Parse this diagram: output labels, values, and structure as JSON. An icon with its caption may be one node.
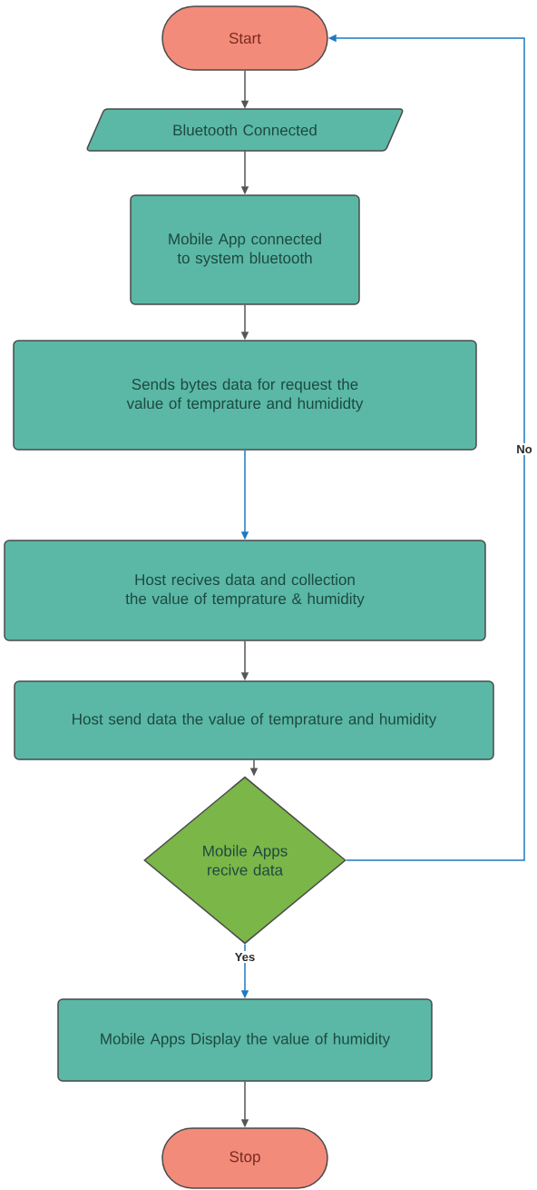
{
  "diagram": {
    "nodes": [
      {
        "text": [
          "Start"
        ]
      },
      {
        "text": [
          "Bluetooth Connected"
        ]
      },
      {
        "text": [
          "Mobile App connected to system bluetooth"
        ]
      },
      {
        "text": [
          "Sends bytes data for request the value of temprature and humididty"
        ]
      },
      {
        "text": [
          "Host recives data and collection the value of temprature & humidity"
        ]
      },
      {
        "text": [
          "Host send data the value of temprature and humidity"
        ]
      },
      {
        "text": [
          "Mobile Apps recive data"
        ]
      },
      {
        "text": [
          "Mobile Apps Display the value of humidity"
        ]
      },
      {
        "text": [
          "Stop"
        ]
      }
    ],
    "edges": [
      {
        "from": 0,
        "to": 1,
        "arrow": "to"
      },
      {
        "from": 1,
        "to": 2,
        "arrow": "to"
      },
      {
        "from": 2,
        "to": 3,
        "arrow": "to"
      },
      {
        "from": 3,
        "to": 4,
        "arrow": "to",
        "color": "#1f78c1"
      },
      {
        "from": 4,
        "to": 5,
        "arrow": "to"
      },
      {
        "from": 5,
        "to": 6,
        "arrow": "to"
      },
      {
        "from": 6,
        "to": 7,
        "arrow": "to",
        "label": "Yes",
        "color": "#1f78c1"
      },
      {
        "from": 6,
        "to": 0,
        "arrow": "to",
        "label": "No",
        "color": "#1f78c1"
      },
      {
        "from": 7,
        "to": 8,
        "arrow": "to"
      }
    ]
  }
}
